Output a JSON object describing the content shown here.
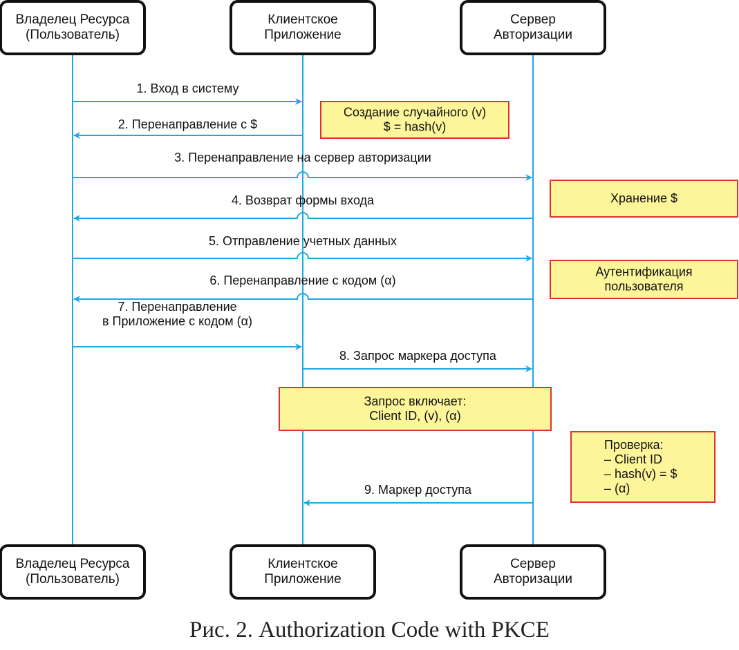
{
  "actors": [
    {
      "id": "owner",
      "lines": [
        "Владелец Ресурса",
        "(Пользователь)"
      ]
    },
    {
      "id": "client",
      "lines": [
        "Клиентское",
        "Приложение"
      ]
    },
    {
      "id": "auth",
      "lines": [
        "Сервер",
        "Авторизации"
      ]
    }
  ],
  "messages": [
    {
      "n": 1,
      "from": "owner",
      "to": "client",
      "lines": [
        "1. Вход в систему"
      ]
    },
    {
      "n": 2,
      "from": "client",
      "to": "owner",
      "lines": [
        "2. Перенаправление с $"
      ]
    },
    {
      "n": 3,
      "from": "owner",
      "to": "auth",
      "lines": [
        "3. Перенаправление на сервер авторизации"
      ]
    },
    {
      "n": 4,
      "from": "auth",
      "to": "owner",
      "lines": [
        "4. Возврат формы входа"
      ]
    },
    {
      "n": 5,
      "from": "owner",
      "to": "auth",
      "lines": [
        "5. Отправление учетных данных"
      ]
    },
    {
      "n": 6,
      "from": "auth",
      "to": "owner",
      "lines": [
        "6. Перенаправление с кодом (α)"
      ]
    },
    {
      "n": 7,
      "from": "owner",
      "to": "client",
      "lines": [
        "7. Перенаправление",
        "в Приложение с кодом (α)"
      ]
    },
    {
      "n": 8,
      "from": "client",
      "to": "auth",
      "lines": [
        "8. Запрос маркера доступа"
      ]
    },
    {
      "n": 9,
      "from": "auth",
      "to": "client",
      "lines": [
        "9. Маркер доступа"
      ]
    }
  ],
  "notes": [
    {
      "id": "create-random",
      "lines": [
        "Создание случайного (v)",
        "$ =  hash(v)"
      ]
    },
    {
      "id": "store",
      "lines": [
        "Хранение $"
      ]
    },
    {
      "id": "authenticate",
      "lines": [
        "Аутентификация",
        "пользователя"
      ]
    },
    {
      "id": "request",
      "lines": [
        "Запрос включает:",
        "Client ID,  (v),  (α)"
      ]
    },
    {
      "id": "verify",
      "lines": [
        "Проверка:",
        "– Client ID",
        "– hash(v) = $",
        "– (α)"
      ]
    }
  ],
  "caption": "Рис. 2. Authorization Code with PKCE",
  "colors": {
    "lifeline": "#1fa8e0",
    "note_fill": "#fcf59a",
    "note_border": "#e0322d",
    "actor_border": "#111111"
  }
}
